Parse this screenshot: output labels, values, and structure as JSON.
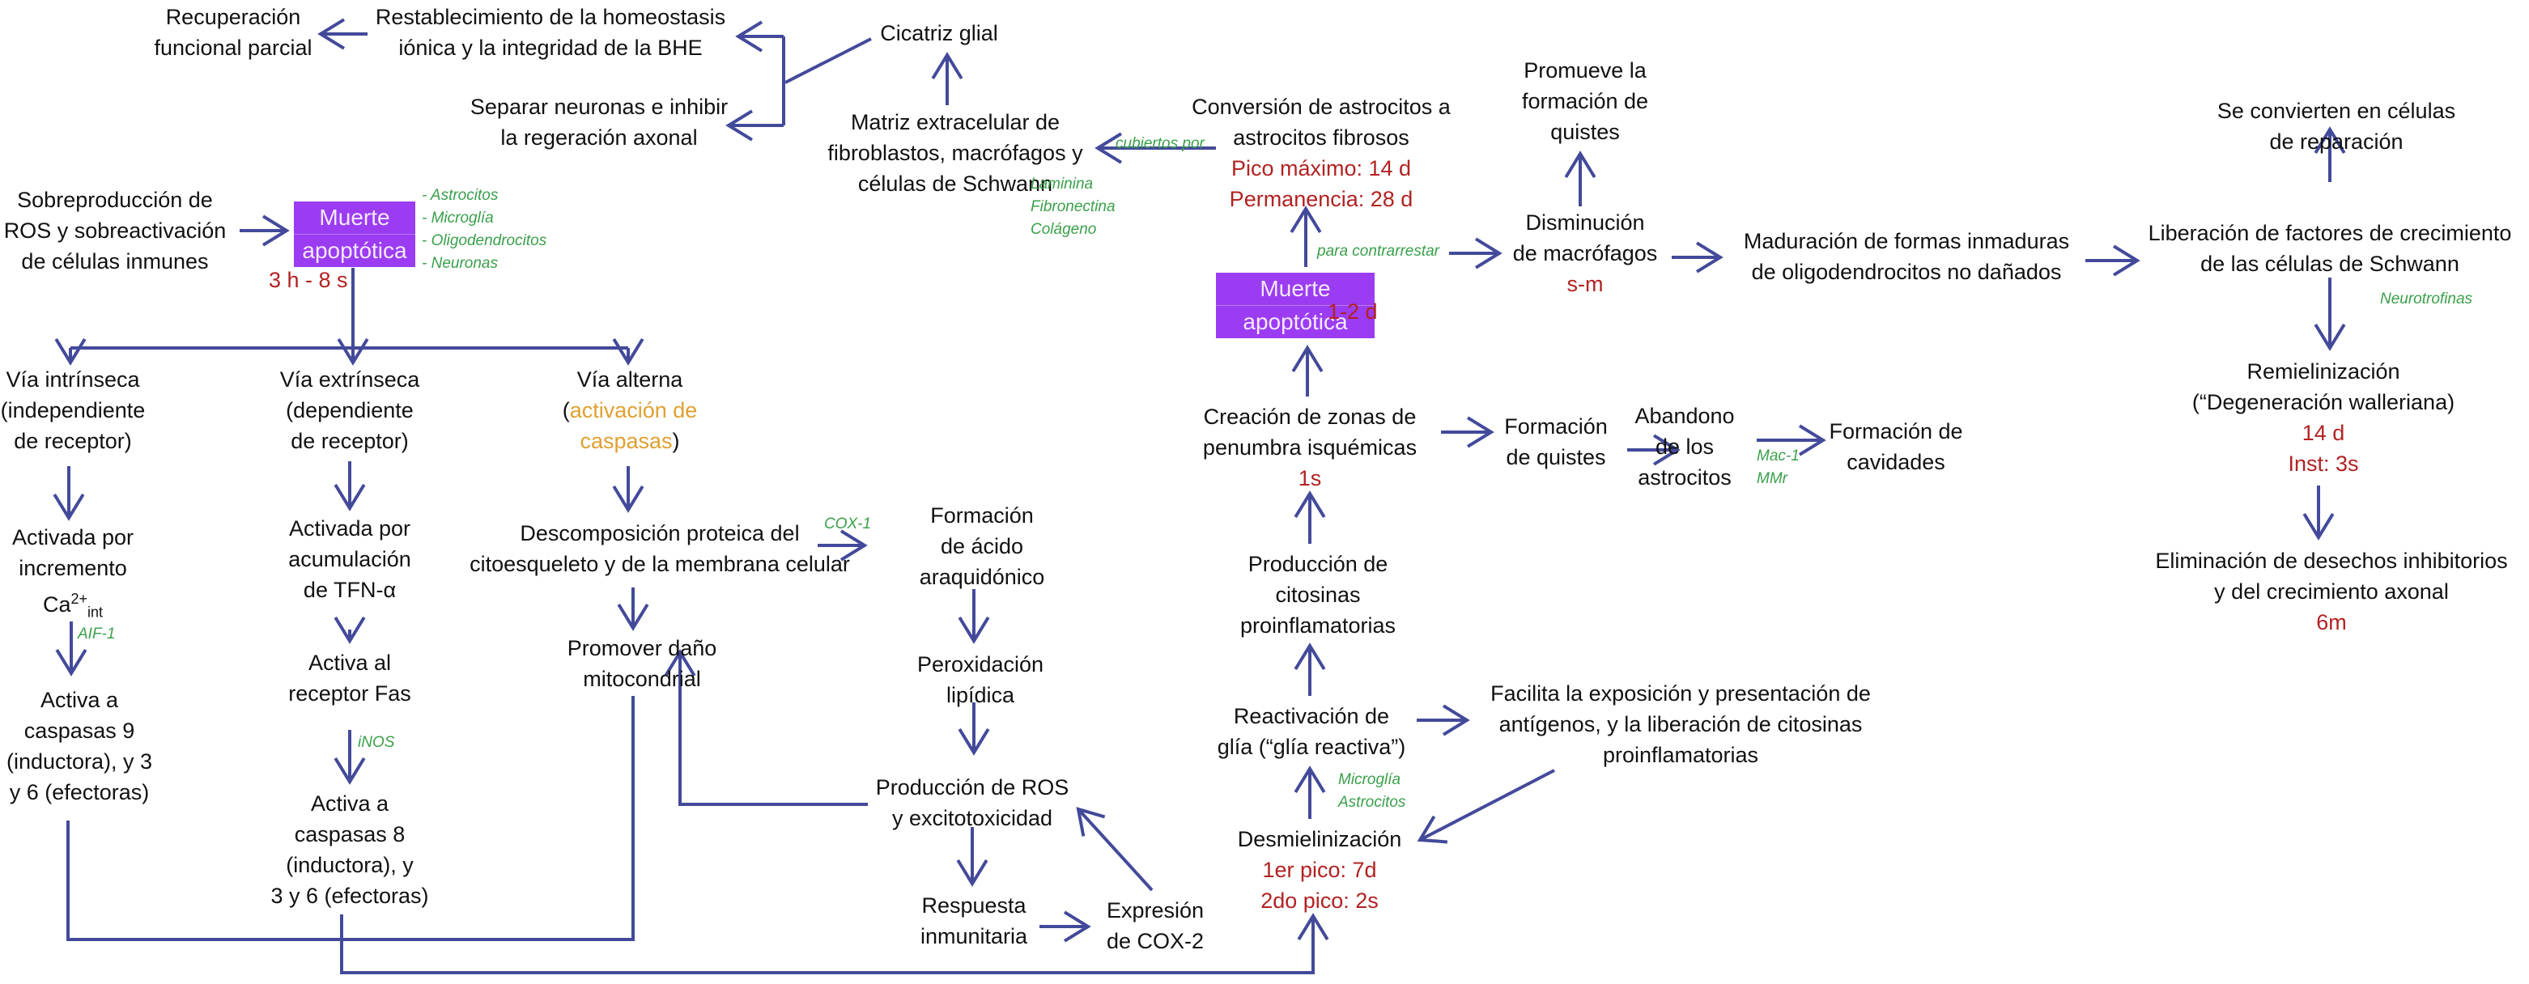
{
  "colors": {
    "arrow": "#434a9a",
    "apoptosis_box": "#9b3cf2",
    "time_label": "#b22222",
    "cell_label": "#3aa04a",
    "highlight": "#e0a030"
  },
  "nodes": {
    "recuperacion": [
      "Recuperación",
      "funcional parcial"
    ],
    "restablecimiento": [
      "Restablecimiento de la homeostasis",
      "iónica y la integridad de la BHE"
    ],
    "separar": [
      "Separar neuronas e inhibir",
      "la regeración axonal"
    ],
    "cicatriz": "Cicatriz  glial",
    "matriz": [
      "Matriz extracelular de",
      "fibroblastos, macrófagos y",
      "células de Schwann"
    ],
    "matriz_components": [
      "Laminina",
      "Fibronectina",
      "Colágeno"
    ],
    "cubiertos_por": "cubiertos por",
    "conversion": [
      "Conversión de astrocitos a",
      "astrocitos fibrosos"
    ],
    "conversion_times": [
      "Pico máximo: 14 d",
      "Permanencia: 28 d"
    ],
    "promueve": [
      "Promueve la",
      "formación de",
      "quistes"
    ],
    "disminucion": [
      "Disminución",
      "de macrófagos"
    ],
    "disminucion_time": "s-m",
    "para_contrarrestar": "para contrarrestar",
    "maduracion": [
      "Maduración de formas inmaduras",
      "de oligodendrocitos no dañados"
    ],
    "se_convierten": [
      "Se convierten en células",
      "de reparación"
    ],
    "liberacion": [
      "Liberación de factores de crecimiento",
      "de las células de Schwann"
    ],
    "neurotrofinas": "Neurotrofinas",
    "remielinizacion": [
      "Remielinización",
      "(“Degeneración walleriana)"
    ],
    "remielinizacion_times": [
      "14 d",
      "Inst: 3s"
    ],
    "eliminacion": [
      "Eliminación de desechos inhibitorios",
      "y del crecimiento axonal"
    ],
    "eliminacion_time": "6m",
    "sobreproduccion": [
      "Sobreproducción de",
      "ROS y sobreactivación",
      "de células inmunes"
    ],
    "muerte_apoptotica_1": [
      "Muerte",
      "apoptótica"
    ],
    "muerte_1_time": "3 h - 8 s",
    "muerte_1_cells": [
      "- Astrocitos",
      "- Microglía",
      "- Oligodendrocitos",
      "- Neuronas"
    ],
    "muerte_apoptotica_2": [
      "Muerte",
      "apoptótica"
    ],
    "muerte_2_time": "1-2 d",
    "via_intrinseca": [
      "Vía intrínseca",
      "(independiente",
      "de receptor)"
    ],
    "via_extrinseca": [
      "Vía extrínseca",
      "(dependiente",
      "de receptor)"
    ],
    "via_alterna_title": "Vía alterna",
    "via_alterna_paren_open": "(",
    "via_alterna_highlight_1": "activación de",
    "via_alterna_highlight_2": "caspasas",
    "via_alterna_paren_close": ")",
    "activada_ca": [
      "Activada por",
      "incremento"
    ],
    "ca_base": "Ca",
    "ca_sup": "2+",
    "ca_sub": "int",
    "aif": "AIF-1",
    "activa_9": [
      "Activa a",
      "caspasas 9",
      "(inductora), y 3",
      "y 6 (efectoras)"
    ],
    "activada_tfn": [
      "Activada por",
      "acumulación",
      "de TFN-α"
    ],
    "activa_fas": [
      "Activa al",
      "receptor Fas"
    ],
    "inos": "iNOS",
    "activa_8": [
      "Activa a",
      "caspasas 8",
      "(inductora), y",
      "3 y 6 (efectoras)"
    ],
    "descomposicion": [
      "Descomposición proteica del",
      "citoesqueleto y de la  membrana celular"
    ],
    "cox1": "COX-1",
    "promover_dano": [
      "Promover daño",
      "mitocondrial"
    ],
    "formacion_acido": [
      "Formación",
      "de ácido",
      "araquidónico"
    ],
    "peroxidacion": [
      "Peroxidación",
      "lipídica"
    ],
    "produccion_ros": [
      "Producción de ROS",
      "y  excitotoxicidad"
    ],
    "respuesta": [
      "Respuesta",
      "inmunitaria"
    ],
    "expresion_cox2": [
      "Expresión",
      "de COX-2"
    ],
    "creacion": [
      "Creación de zonas de",
      "penumbra isquémicas"
    ],
    "creacion_time": "1s",
    "formacion_quistes": [
      "Formación",
      "de quistes"
    ],
    "abandono": [
      "Abandono",
      "de los",
      "astrocitos"
    ],
    "mac_mmr": [
      "Mac-1",
      "MMr"
    ],
    "formacion_cavidades": [
      "Formación de",
      "cavidades"
    ],
    "produccion_citosinas": [
      "Producción de",
      "citosinas",
      "proinflamatorias"
    ],
    "reactivacion": [
      "Reactivación de",
      "glía (“glía reactiva”)"
    ],
    "glia_cells": [
      "Microglía",
      "Astrocitos"
    ],
    "facilita": [
      "Facilita la exposición y presentación de",
      "antígenos, y la liberación de citosinas",
      "proinflamatorias"
    ],
    "desmielinizacion": "Desmielinización",
    "desmielinizacion_times": [
      "1er pico: 7d",
      "2do pico: 2s"
    ]
  }
}
